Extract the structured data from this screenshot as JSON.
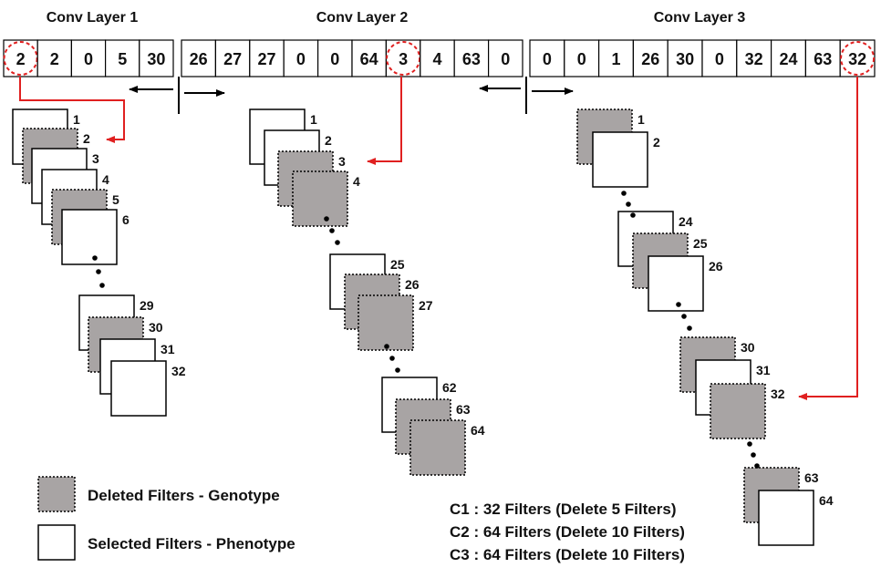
{
  "titles": [
    "Conv Layer 1",
    "Conv Layer 2",
    "Conv Layer 3"
  ],
  "cells": [
    "2",
    "2",
    "0",
    "5",
    "30",
    "26",
    "27",
    "27",
    "0",
    "0",
    "64",
    "3",
    "4",
    "63",
    "0",
    "0",
    "0",
    "1",
    "26",
    "30",
    "0",
    "32",
    "24",
    "63",
    "32"
  ],
  "highlighted_cells": [
    0,
    11,
    24
  ],
  "layers": [
    {
      "name": "Conv Layer 1",
      "filters": [
        {
          "label": "1",
          "deleted": false
        },
        {
          "label": "2",
          "deleted": true
        },
        {
          "label": "3",
          "deleted": false
        },
        {
          "label": "4",
          "deleted": false
        },
        {
          "label": "5",
          "deleted": true
        },
        {
          "label": "6",
          "deleted": false
        },
        {
          "label": "29",
          "deleted": false
        },
        {
          "label": "30",
          "deleted": true
        },
        {
          "label": "31",
          "deleted": false
        },
        {
          "label": "32",
          "deleted": false
        }
      ]
    },
    {
      "name": "Conv Layer 2",
      "filters": [
        {
          "label": "1",
          "deleted": false
        },
        {
          "label": "2",
          "deleted": false
        },
        {
          "label": "3",
          "deleted": true
        },
        {
          "label": "4",
          "deleted": true
        },
        {
          "label": "25",
          "deleted": false
        },
        {
          "label": "26",
          "deleted": true
        },
        {
          "label": "27",
          "deleted": true
        },
        {
          "label": "62",
          "deleted": false
        },
        {
          "label": "63",
          "deleted": true
        },
        {
          "label": "64",
          "deleted": true
        }
      ]
    },
    {
      "name": "Conv Layer 3",
      "filters": [
        {
          "label": "1",
          "deleted": true
        },
        {
          "label": "2",
          "deleted": false
        },
        {
          "label": "24",
          "deleted": false
        },
        {
          "label": "25",
          "deleted": true
        },
        {
          "label": "26",
          "deleted": false
        },
        {
          "label": "30",
          "deleted": true
        },
        {
          "label": "31",
          "deleted": false
        },
        {
          "label": "32",
          "deleted": true
        },
        {
          "label": "63",
          "deleted": true
        },
        {
          "label": "64",
          "deleted": false
        }
      ]
    }
  ],
  "legend": {
    "deleted_label": "Deleted Filters - Genotype",
    "selected_label": "Selected Filters - Phenotype"
  },
  "summary": [
    "C1 : 32 Filters (Delete 5 Filters)",
    "C2 : 64 Filters (Delete 10 Filters)",
    "C3 : 64 Filters (Delete 10 Filters)"
  ],
  "colors": {
    "deleted_fill": "#a8a4a4",
    "selected_fill": "#ffffff",
    "pointer": "#e02020",
    "stroke": "#000000"
  }
}
